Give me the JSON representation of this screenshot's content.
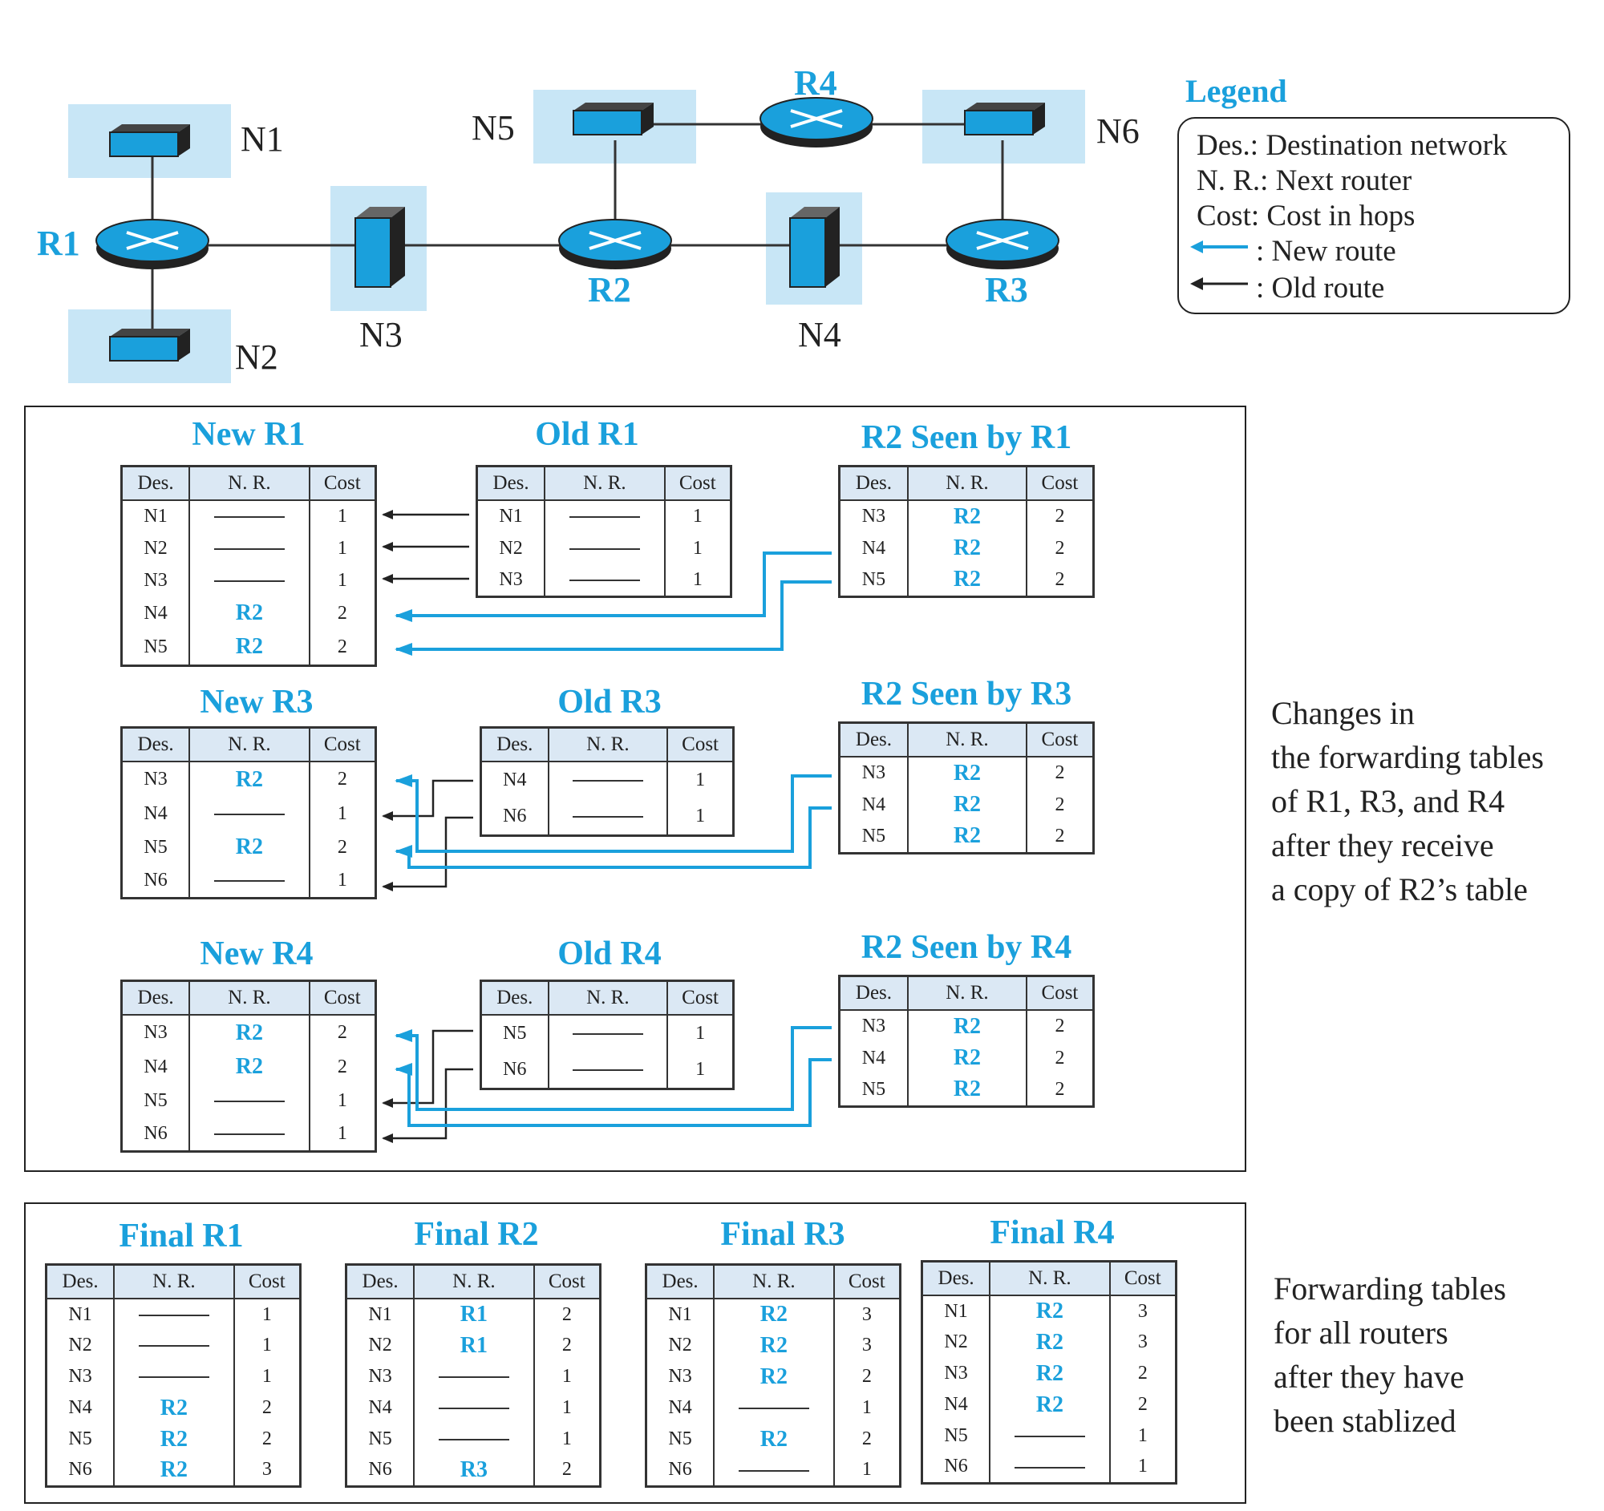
{
  "topology": {
    "networks": [
      "N1",
      "N2",
      "N3",
      "N4",
      "N5",
      "N6"
    ],
    "routers": [
      "R1",
      "R2",
      "R3",
      "R4"
    ]
  },
  "legend": {
    "title": "Legend",
    "lines": [
      "Des.: Destination network",
      "N. R.: Next router",
      "Cost: Cost in hops",
      ": New route",
      ": Old route"
    ]
  },
  "colors": {
    "accent": "#1aa0dc",
    "switch_bg": "#c8e6f6",
    "switch_body": "#1aa0dc"
  },
  "headers": {
    "des": "Des.",
    "nr": "N. R.",
    "cost": "Cost"
  },
  "panel1": {
    "caption": "Changes in\nthe forwarding tables\nof R1, R3, and R4\nafter they receive\na copy of R2’s table",
    "tables": {
      "new_r1": {
        "title": "New R1",
        "rows": [
          [
            "N1",
            "",
            "1"
          ],
          [
            "N2",
            "",
            "1"
          ],
          [
            "N3",
            "",
            "1"
          ],
          [
            "N4",
            "R2",
            "2"
          ],
          [
            "N5",
            "R2",
            "2"
          ]
        ]
      },
      "old_r1": {
        "title": "Old R1",
        "rows": [
          [
            "N1",
            "",
            "1"
          ],
          [
            "N2",
            "",
            "1"
          ],
          [
            "N3",
            "",
            "1"
          ]
        ]
      },
      "r2_r1": {
        "title": "R2 Seen by R1",
        "rows": [
          [
            "N3",
            "R2",
            "2"
          ],
          [
            "N4",
            "R2",
            "2"
          ],
          [
            "N5",
            "R2",
            "2"
          ]
        ]
      },
      "new_r3": {
        "title": "New R3",
        "rows": [
          [
            "N3",
            "R2",
            "2"
          ],
          [
            "N4",
            "",
            "1"
          ],
          [
            "N5",
            "R2",
            "2"
          ],
          [
            "N6",
            "",
            "1"
          ]
        ]
      },
      "old_r3": {
        "title": "Old R3",
        "rows": [
          [
            "N4",
            "",
            "1"
          ],
          [
            "N6",
            "",
            "1"
          ]
        ]
      },
      "r2_r3": {
        "title": "R2 Seen by R3",
        "rows": [
          [
            "N3",
            "R2",
            "2"
          ],
          [
            "N4",
            "R2",
            "2"
          ],
          [
            "N5",
            "R2",
            "2"
          ]
        ]
      },
      "new_r4": {
        "title": "New R4",
        "rows": [
          [
            "N3",
            "R2",
            "2"
          ],
          [
            "N4",
            "R2",
            "2"
          ],
          [
            "N5",
            "",
            "1"
          ],
          [
            "N6",
            "",
            "1"
          ]
        ]
      },
      "old_r4": {
        "title": "Old R4",
        "rows": [
          [
            "N5",
            "",
            "1"
          ],
          [
            "N6",
            "",
            "1"
          ]
        ]
      },
      "r2_r4": {
        "title": "R2 Seen by R4",
        "rows": [
          [
            "N3",
            "R2",
            "2"
          ],
          [
            "N4",
            "R2",
            "2"
          ],
          [
            "N5",
            "R2",
            "2"
          ]
        ]
      }
    }
  },
  "panel2": {
    "caption": "Forwarding tables\nfor all routers\nafter they have\nbeen stablized",
    "tables": {
      "final_r1": {
        "title": "Final R1",
        "rows": [
          [
            "N1",
            "",
            "1"
          ],
          [
            "N2",
            "",
            "1"
          ],
          [
            "N3",
            "",
            "1"
          ],
          [
            "N4",
            "R2",
            "2"
          ],
          [
            "N5",
            "R2",
            "2"
          ],
          [
            "N6",
            "R2",
            "3"
          ]
        ]
      },
      "final_r2": {
        "title": "Final R2",
        "rows": [
          [
            "N1",
            "R1",
            "2"
          ],
          [
            "N2",
            "R1",
            "2"
          ],
          [
            "N3",
            "",
            "1"
          ],
          [
            "N4",
            "",
            "1"
          ],
          [
            "N5",
            "",
            "1"
          ],
          [
            "N6",
            "R3",
            "2"
          ]
        ]
      },
      "final_r3": {
        "title": "Final R3",
        "rows": [
          [
            "N1",
            "R2",
            "3"
          ],
          [
            "N2",
            "R2",
            "3"
          ],
          [
            "N3",
            "R2",
            "2"
          ],
          [
            "N4",
            "",
            "1"
          ],
          [
            "N5",
            "R2",
            "2"
          ],
          [
            "N6",
            "",
            "1"
          ]
        ]
      },
      "final_r4": {
        "title": "Final R4",
        "rows": [
          [
            "N1",
            "R2",
            "3"
          ],
          [
            "N2",
            "R2",
            "3"
          ],
          [
            "N3",
            "R2",
            "2"
          ],
          [
            "N4",
            "R2",
            "2"
          ],
          [
            "N5",
            "",
            "1"
          ],
          [
            "N6",
            "",
            "1"
          ]
        ]
      }
    }
  }
}
